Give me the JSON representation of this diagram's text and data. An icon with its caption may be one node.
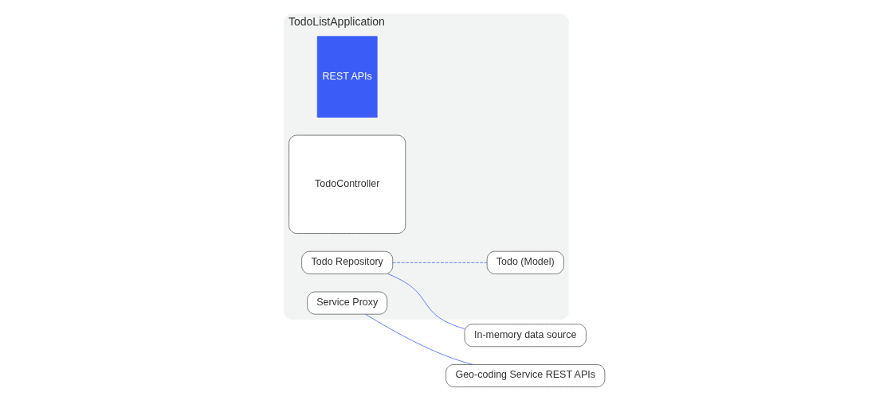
{
  "diagram": {
    "nodes": [
      {
        "text": [
          "TodoListApplication"
        ]
      },
      {
        "text": [
          "REST APIs"
        ],
        "in": 0
      },
      {
        "text": [
          "TodoController"
        ],
        "in": 0
      },
      {
        "text": [
          "Todo (Model)"
        ],
        "in": 0
      },
      {
        "text": [
          "Todo Repository"
        ],
        "in": 0
      },
      {
        "text": [
          "Service Proxy"
        ],
        "in": 0
      },
      {
        "text": [
          "In-memory data source"
        ]
      },
      {
        "text": [
          "Geo-coding Service REST APIs"
        ]
      }
    ],
    "edges": [
      {
        "from": 4,
        "to": 3,
        "arrow": "none",
        "style": "dashed"
      },
      {
        "from": 4,
        "to": 6,
        "arrow": "none"
      },
      {
        "from": 5,
        "to": 7,
        "arrow": "none"
      }
    ]
  }
}
